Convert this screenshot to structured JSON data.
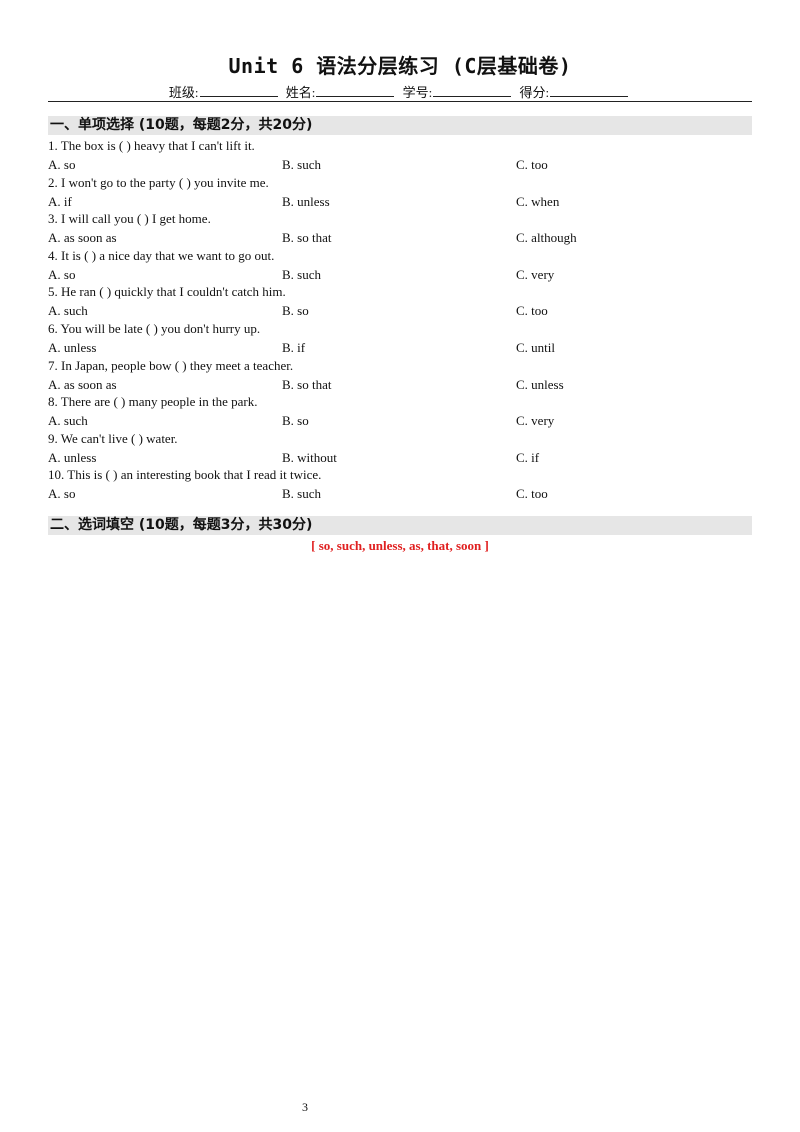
{
  "title": "Unit 6 语法分层练习 (C层基础卷)",
  "info": {
    "class_label": "班级:",
    "name_label": "姓名:",
    "id_label": "学号:",
    "score_label": "得分:"
  },
  "sections": [
    {
      "heading": "一、单项选择 (10题，每题2分，共20分)"
    },
    {
      "heading": "二、选词填空 (10题，每题3分，共30分)"
    }
  ],
  "questions": [
    {
      "stem": "1. The box is (          ) heavy that I can't lift it.",
      "a": "A. so",
      "b": "B. such",
      "c": "C. too"
    },
    {
      "stem": "2. I won't go to the party (          ) you invite me.",
      "a": "A. if",
      "b": "B. unless",
      "c": "C. when"
    },
    {
      "stem": "3. I will call you (          ) I get home.",
      "a": "A. as soon as",
      "b": "B. so that",
      "c": "C. although"
    },
    {
      "stem": "4. It is (          ) a nice day that we want to go out.",
      "a": "A. so",
      "b": "B. such",
      "c": "C. very"
    },
    {
      "stem": "5. He ran (          ) quickly that I couldn't catch him.",
      "a": "A. such",
      "b": "B. so",
      "c": "C. too"
    },
    {
      "stem": "6. You will be late (          ) you don't hurry up.",
      "a": "A. unless",
      "b": "B. if",
      "c": "C. until"
    },
    {
      "stem": "7. In Japan, people bow (          ) they meet a teacher.",
      "a": "A. as soon as",
      "b": "B. so that",
      "c": "C. unless"
    },
    {
      "stem": "8. There are (          ) many people in the park.",
      "a": "A. such",
      "b": "B. so",
      "c": "C. very"
    },
    {
      "stem": "9. We can't live (          ) water.",
      "a": "A. unless",
      "b": "B. without",
      "c": "C. if"
    },
    {
      "stem": "10. This is (          ) an interesting book that I read it twice.",
      "a": "A. so",
      "b": "B. such",
      "c": "C. too"
    }
  ],
  "word_bank": "[ so, such, unless, as, that, soon ]",
  "page_number": "3",
  "colors": {
    "word_bank": "#e02020",
    "section_bg": "#e6e6e6"
  }
}
